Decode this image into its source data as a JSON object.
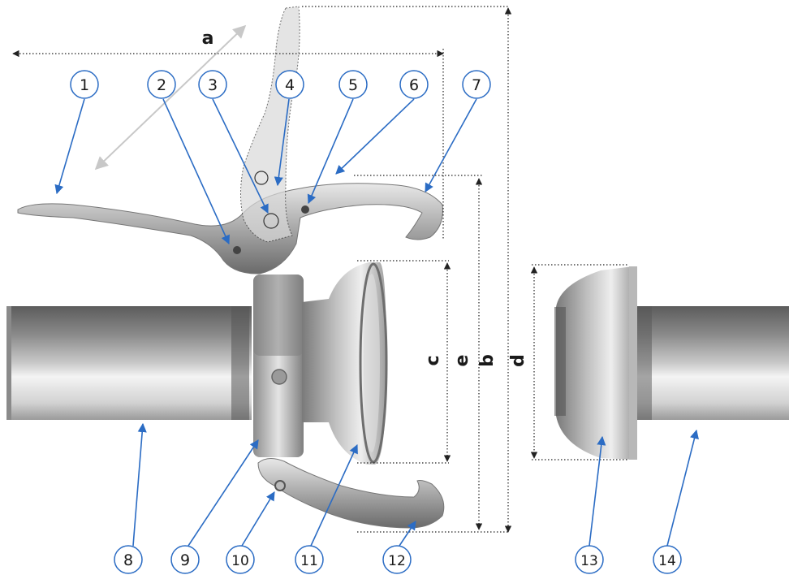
{
  "callouts": [
    {
      "id": "1",
      "label": "1"
    },
    {
      "id": "2",
      "label": "2"
    },
    {
      "id": "3",
      "label": "3"
    },
    {
      "id": "4",
      "label": "4"
    },
    {
      "id": "5",
      "label": "5"
    },
    {
      "id": "6",
      "label": "6"
    },
    {
      "id": "7",
      "label": "7"
    },
    {
      "id": "8",
      "label": "8"
    },
    {
      "id": "9",
      "label": "9"
    },
    {
      "id": "10",
      "label": "10"
    },
    {
      "id": "11",
      "label": "11"
    },
    {
      "id": "12",
      "label": "12"
    },
    {
      "id": "13",
      "label": "13"
    },
    {
      "id": "14",
      "label": "14"
    }
  ],
  "dimensions": {
    "a": "a",
    "b": "b",
    "c": "c",
    "d": "d",
    "e": "e"
  },
  "colors": {
    "callout_stroke": "#2b6cc4",
    "arrow": "#2b6cc4",
    "dimension_line": "#222222",
    "swing_arrow": "#c8c8c8",
    "steel_dark": "#6e6e6e",
    "steel_light": "#e6e6e6"
  }
}
